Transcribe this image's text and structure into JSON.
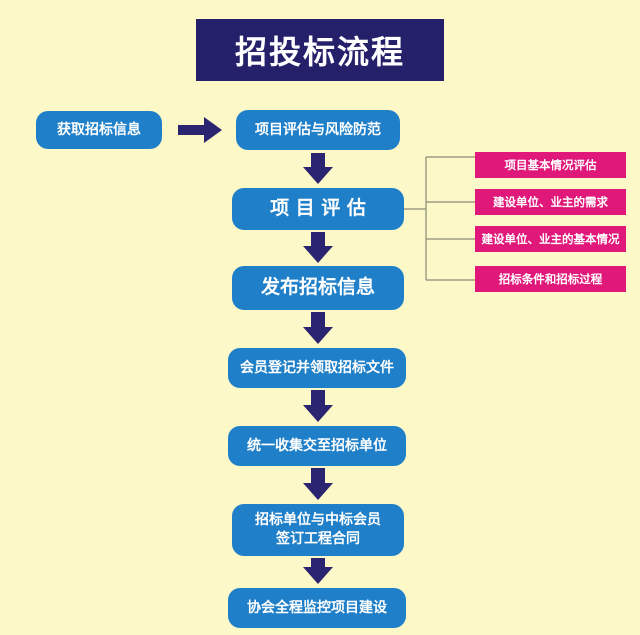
{
  "title": "招投标流程",
  "start_node": "获取招标信息",
  "main_flow": [
    "项目评估与风险防范",
    "项 目 评 估",
    "发布招标信息",
    "会员登记并领取招标文件",
    "统一收集交至招标单位",
    "招标单位与中标会员\n签订工程合同",
    "协会全程监控项目建设"
  ],
  "evaluation_items": [
    "项目基本情况评估",
    "建设单位、业主的需求",
    "建设单位、业主的基本情况",
    "招标条件和招标过程"
  ],
  "colors": {
    "background": "#fdf8c8",
    "title_bg": "#25206a",
    "node_bg": "#1f7fc8",
    "arrow": "#2b2470",
    "side_bg": "#e0187a",
    "connector": "#8a8a7a"
  }
}
